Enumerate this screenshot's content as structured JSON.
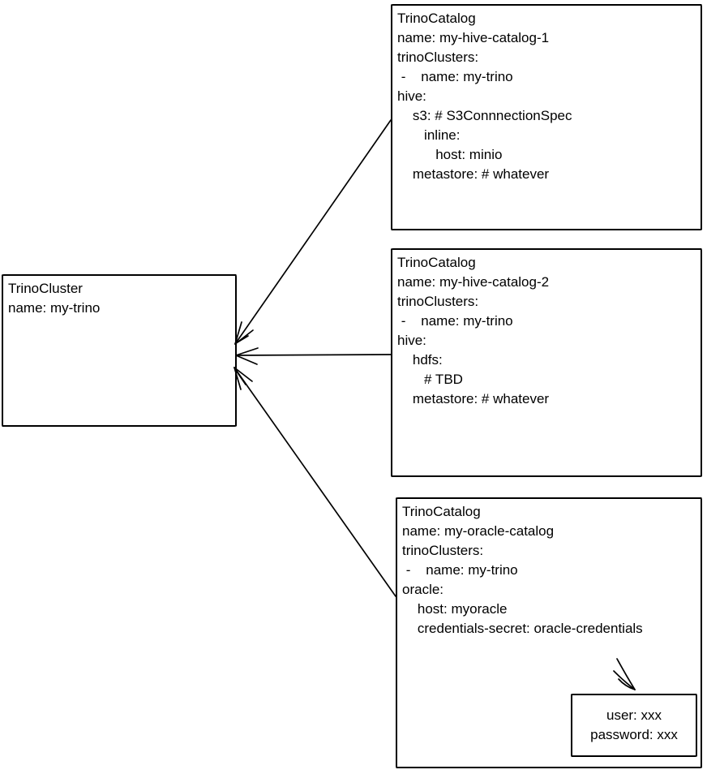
{
  "colors": {
    "stroke": "#000000",
    "background": "#ffffff",
    "text": "#000000"
  },
  "nodes": {
    "cluster": {
      "lines": [
        "TrinoCluster",
        "name: my-trino"
      ]
    },
    "catalog1": {
      "lines": [
        "TrinoCatalog",
        "name: my-hive-catalog-1",
        "trinoClusters:",
        " -    name: my-trino",
        "hive:",
        "    s3: # S3ConnnectionSpec",
        "       inline:",
        "          host: minio",
        "    metastore: # whatever"
      ]
    },
    "catalog2": {
      "lines": [
        "TrinoCatalog",
        "name: my-hive-catalog-2",
        "trinoClusters:",
        " -    name: my-trino",
        "hive:",
        "    hdfs:",
        "       # TBD",
        "    metastore: # whatever"
      ]
    },
    "catalog3": {
      "lines": [
        "TrinoCatalog",
        "name: my-oracle-catalog",
        "trinoClusters:",
        " -    name: my-trino",
        "oracle:",
        "    host: myoracle",
        "    credentials-secret: oracle-credentials"
      ]
    },
    "secret": {
      "lines": [
        "user: xxx",
        "password: xxx"
      ]
    }
  }
}
